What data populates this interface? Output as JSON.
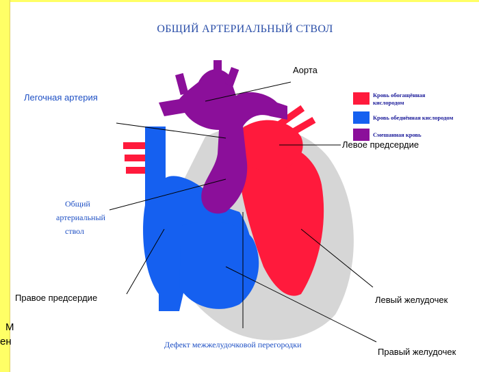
{
  "diagram": {
    "title": "ОБЩИЙ АРТЕРИАЛЬНЫЙ СТВОЛ",
    "labels": {
      "aorta": "Аорта",
      "pulmonary_artery": "Легочная артерия",
      "left_atrium": "Левое предсердие",
      "common_trunk_line1": "Общий",
      "common_trunk_line2": "артериальный",
      "common_trunk_line3": "ствол",
      "right_atrium": "Правое предсердие",
      "left_ventricle": "Левый желудочек",
      "septal_defect": "Дефект межжелудочковой перегородки",
      "right_ventricle": "Правый желудочек"
    },
    "legend": [
      {
        "text_line1": "Кровь обогащённая",
        "text_line2": "кислородом",
        "color": "#ff1a3c"
      },
      {
        "text_line1": "Кровь обеднённая кислородом",
        "text_line2": "",
        "color": "#1560f0"
      },
      {
        "text_line1": "Смешанная кровь",
        "text_line2": "",
        "color": "#8b0f9a"
      }
    ],
    "colors": {
      "oxygenated": "#ff1a3c",
      "deoxygenated": "#1560f0",
      "mixed": "#8b0f9a",
      "pericardium": "#d8d8d8",
      "frame": "#ffff66"
    }
  },
  "background_fragments": {
    "frag1": "М",
    "frag2": "ен"
  }
}
